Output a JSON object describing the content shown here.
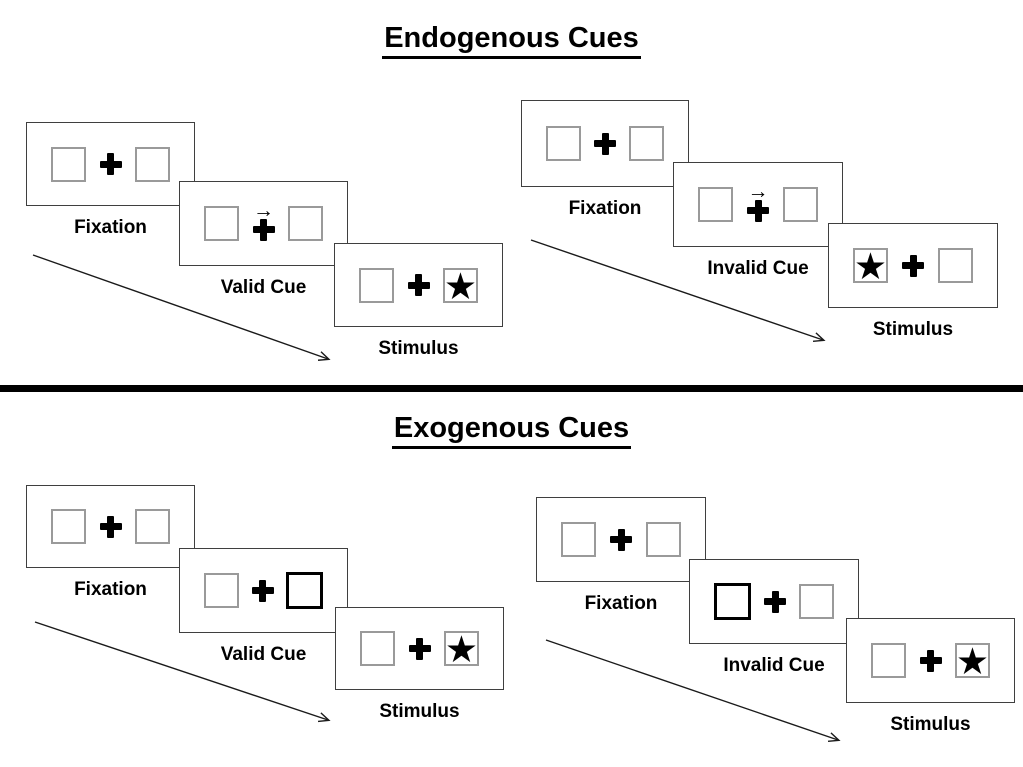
{
  "endogenous": {
    "title": "Endogenous Cues",
    "valid": {
      "frames": [
        {
          "label": "Fixation",
          "cue": "none",
          "target": "none"
        },
        {
          "label": "Valid Cue",
          "cue": "central-arrow-right",
          "target": "none"
        },
        {
          "label": "Stimulus",
          "cue": "none",
          "target": "star-right"
        }
      ]
    },
    "invalid": {
      "frames": [
        {
          "label": "Fixation",
          "cue": "none",
          "target": "none"
        },
        {
          "label": "Invalid Cue",
          "cue": "central-arrow-right",
          "target": "none"
        },
        {
          "label": "Stimulus",
          "cue": "none",
          "target": "star-left"
        }
      ]
    }
  },
  "exogenous": {
    "title": "Exogenous Cues",
    "valid": {
      "frames": [
        {
          "label": "Fixation",
          "cue": "none",
          "target": "none"
        },
        {
          "label": "Valid Cue",
          "cue": "peripheral-thick-right-box",
          "target": "none"
        },
        {
          "label": "Stimulus",
          "cue": "none",
          "target": "star-right"
        }
      ]
    },
    "invalid": {
      "frames": [
        {
          "label": "Fixation",
          "cue": "none",
          "target": "none"
        },
        {
          "label": "Invalid Cue",
          "cue": "peripheral-thick-left-box",
          "target": "none"
        },
        {
          "label": "Stimulus",
          "cue": "none",
          "target": "star-right"
        }
      ]
    }
  },
  "icons": {
    "star": "★",
    "cue_arrow": "→",
    "fixation_cross": "+"
  },
  "colors": {
    "ink": "#000000",
    "frame_border": "#3f3f3f",
    "box_border": "#9a9a9a",
    "divider": "#000000"
  }
}
